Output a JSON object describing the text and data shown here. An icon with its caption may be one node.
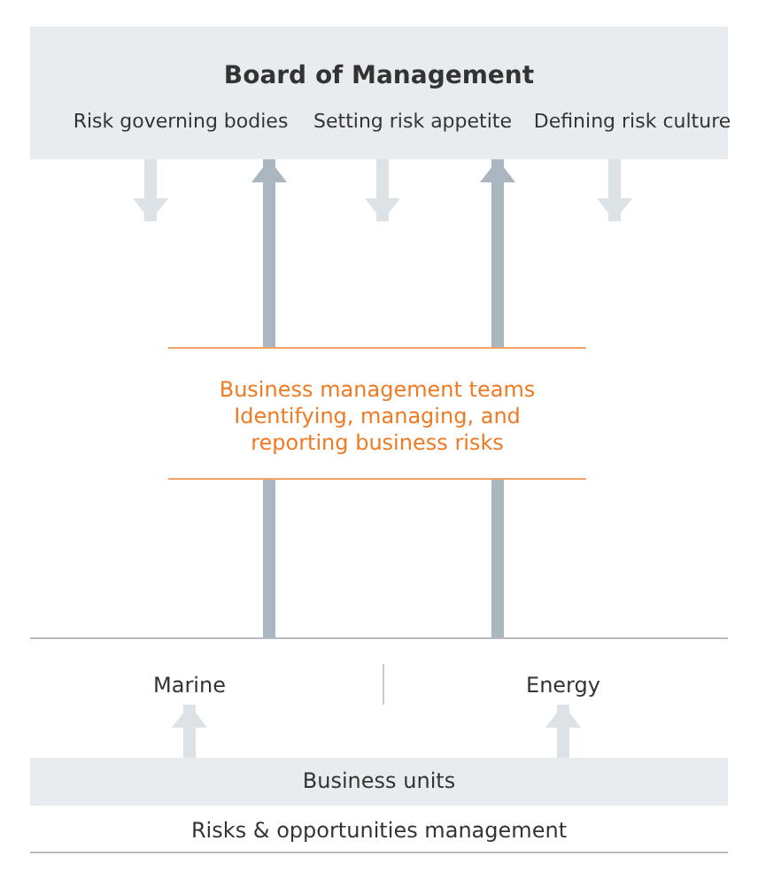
{
  "diagram": {
    "nodes": [
      {
        "text": [
          "Board of Management",
          "Risk governing bodies",
          "Setting risk appetite",
          "Defining risk culture"
        ]
      },
      {
        "text": [
          "Business management teams",
          "Identifying, managing, and reporting business risks"
        ]
      },
      {
        "text": [
          "Marine"
        ]
      },
      {
        "text": [
          "Energy"
        ]
      },
      {
        "text": [
          "Business units"
        ]
      }
    ],
    "edges": [
      {
        "from": 0,
        "to": null,
        "arrow": "to"
      },
      {
        "from": 0,
        "to": null,
        "arrow": "to"
      },
      {
        "from": 0,
        "to": null,
        "arrow": "to"
      },
      {
        "from": null,
        "to": 0,
        "arrow": "to",
        "color": "#aab6c0"
      },
      {
        "from": null,
        "to": 0,
        "arrow": "to",
        "color": "#aab6c0"
      },
      {
        "from": 4,
        "to": 2,
        "arrow": "to"
      },
      {
        "from": 4,
        "to": 3,
        "arrow": "to"
      }
    ],
    "labels": [
      "Risks & opportunities management"
    ]
  }
}
